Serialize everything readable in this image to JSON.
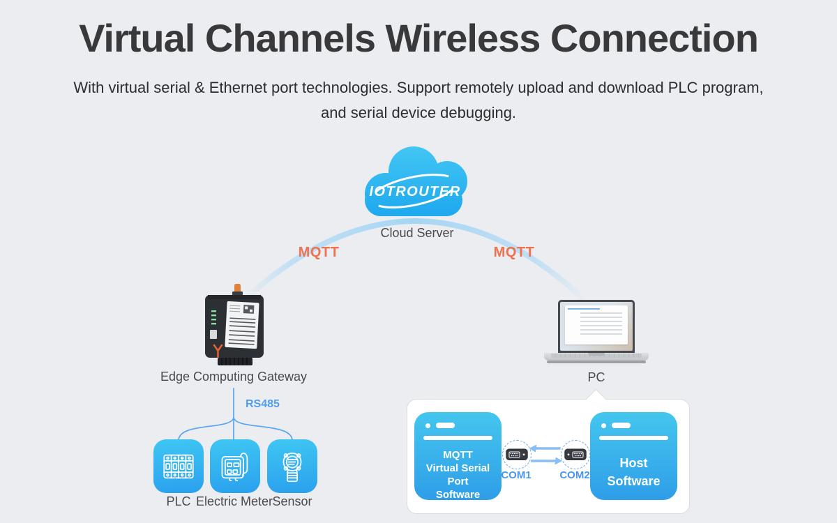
{
  "header": {
    "title": "Virtual Channels Wireless Connection",
    "subtitle_line1": "With virtual serial & Ethernet port technologies. Support remotely upload and download PLC program,",
    "subtitle_line2": "and serial device debugging."
  },
  "cloud": {
    "logo": "IOTROUTER",
    "label": "Cloud Server"
  },
  "links": {
    "mqtt_left": "MQTT",
    "mqtt_right": "MQTT",
    "rs485": "RS485"
  },
  "nodes": {
    "gateway_label": "Edge Computing Gateway",
    "pc_label": "PC"
  },
  "devices": [
    {
      "label": "PLC"
    },
    {
      "label": "Electric Meter"
    },
    {
      "label": "Sensor"
    }
  ],
  "panel": {
    "vsp_line1": "MQTT",
    "vsp_line2": "Virtual Serial Port",
    "vsp_line3": "Software",
    "host_line1": "Host",
    "host_line2": "Software",
    "com1": "COM1",
    "com2": "COM2"
  },
  "colors": {
    "background": "#ECEDF1",
    "accent_orange": "#EF7150",
    "link_blue": "#55A4EF",
    "cloud_top": "#47C9F4",
    "cloud_bottom": "#19A5EE",
    "box_top": "#44C6EE",
    "box_bottom": "#2F9EE9",
    "label_gray": "#4A4A4C"
  }
}
